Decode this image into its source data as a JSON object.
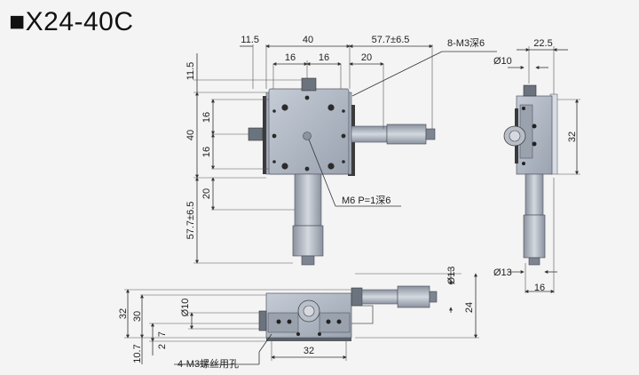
{
  "title": "■X24-40C",
  "top_view": {
    "dims": {
      "overall_width": "40",
      "margin_left": "11.5",
      "half_left": "16",
      "half_right": "16",
      "knob_offset": "20",
      "travel_right": "57.7±6.5",
      "margin_top": "11.5",
      "side_upper": "16",
      "height": "40",
      "side_lower": "16",
      "knob_offset_v": "20",
      "travel_down": "57.7±6.5"
    },
    "callouts": {
      "holes": "8-M3深6",
      "center_hole": "M6 P=1深6"
    }
  },
  "side_view": {
    "dims": {
      "width": "22.5",
      "knob_dia_top": "Ø10",
      "height": "32",
      "knob_dia_bottom": "Ø13",
      "knob_width": "16"
    }
  },
  "front_view": {
    "dims": {
      "height_32": "32",
      "height_30": "30",
      "knob_dia": "Ø10",
      "thickness_7": "7",
      "thickness_2": "2",
      "base_10_7": "10.7",
      "knob_dia_right": "Ø13",
      "height_24": "24",
      "width_32": "32"
    },
    "callouts": {
      "mount_holes": "4-M3螺丝用孔"
    }
  }
}
